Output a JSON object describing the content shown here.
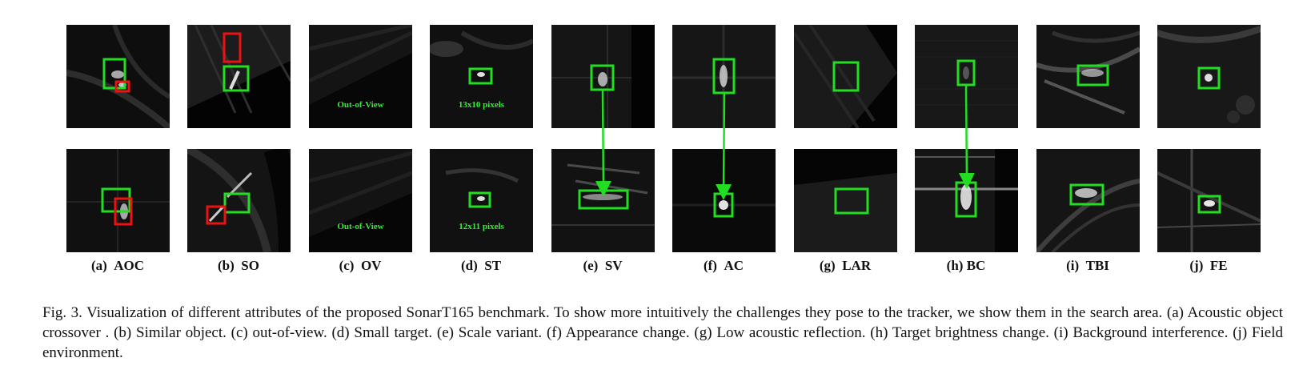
{
  "figure": {
    "labels": [
      {
        "letter": "(a)",
        "abbr": "AOC"
      },
      {
        "letter": "(b)",
        "abbr": "SO"
      },
      {
        "letter": "(c)",
        "abbr": "OV"
      },
      {
        "letter": "(d)",
        "abbr": "ST"
      },
      {
        "letter": "(e)",
        "abbr": "SV"
      },
      {
        "letter": "(f)",
        "abbr": "AC"
      },
      {
        "letter": "(g)",
        "abbr": "LAR"
      },
      {
        "letter": "(h)",
        "abbr": "BC"
      },
      {
        "letter": "(i)",
        "abbr": "TBI"
      },
      {
        "letter": "(j)",
        "abbr": "FE"
      }
    ],
    "annotations": {
      "ov_top": "Out-of-View",
      "ov_bottom": "Out-of-View",
      "st_top": "13x10 pixels",
      "st_bottom": "12x11 pixels"
    },
    "colors": {
      "tracker_box": "#22dd22",
      "distractor_box": "#ee1111",
      "annotation_text": "#33ee33"
    },
    "caption": "Fig. 3.  Visualization of different attributes of the proposed SonarT165 benchmark. To show more intuitively the challenges they pose to the tracker, we show them in the search area. (a) Acoustic object crossover . (b) Similar object. (c) out-of-view. (d) Small target. (e) Scale variant. (f) Appearance change. (g) Low acoustic reflection. (h) Target brightness change. (i) Background interference. (j) Field environment."
  }
}
